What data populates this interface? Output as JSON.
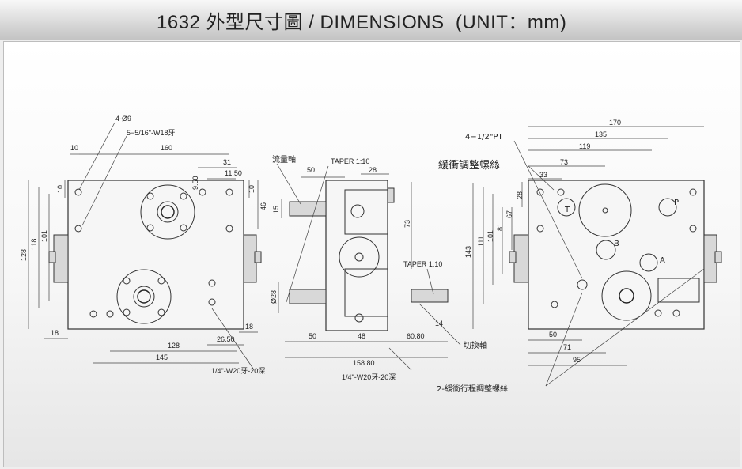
{
  "title": "1632 外型尺寸圖 / DIMENSIONS  (UNIT：mm)",
  "left_view": {
    "holes_label": "4-Ø9",
    "thread_label": "5−5/16\"-W18牙",
    "dims": {
      "d10": "10",
      "d160": "160",
      "d31": "31",
      "d11_50": "11.50",
      "d9_50": "9.50",
      "d10b": "10",
      "d10c": "10",
      "d46": "46",
      "d128": "128",
      "d118": "118",
      "d101": "101",
      "d18a": "18",
      "d18b": "18",
      "d26_50": "26.50",
      "d128b": "128",
      "d145": "145"
    },
    "bottom_thread_label": "1/4\"-W20牙-20深"
  },
  "center_view": {
    "flow_label": "流量軸",
    "taper_top": "TAPER 1:10",
    "taper_bottom": "TAPER 1:10",
    "switch_label": "切換軸",
    "dims": {
      "d50": "50",
      "d28": "28",
      "d15": "15",
      "d73": "73",
      "d_phi28": "Ø28",
      "d50b": "50",
      "d48": "48",
      "d60_80": "60.80",
      "d158_80": "158.80",
      "d14": "14"
    },
    "bottom_thread_label": "1/4\"-W20牙-20深"
  },
  "right_view": {
    "port_label": "4−1/2\"PT",
    "buffer_label": "緩衝調整螺絲",
    "stroke_label": "2-緩衝行程調整螺絲",
    "ports": {
      "t": "T",
      "p": "P",
      "b": "B",
      "a": "A"
    },
    "dims": {
      "d170": "170",
      "d135": "135",
      "d119": "119",
      "d73": "73",
      "d33": "33",
      "d28": "28",
      "d67": "67",
      "d81": "81",
      "d101": "101",
      "d111": "111",
      "d143": "143",
      "d50": "50",
      "d71": "71",
      "d95": "95"
    }
  }
}
